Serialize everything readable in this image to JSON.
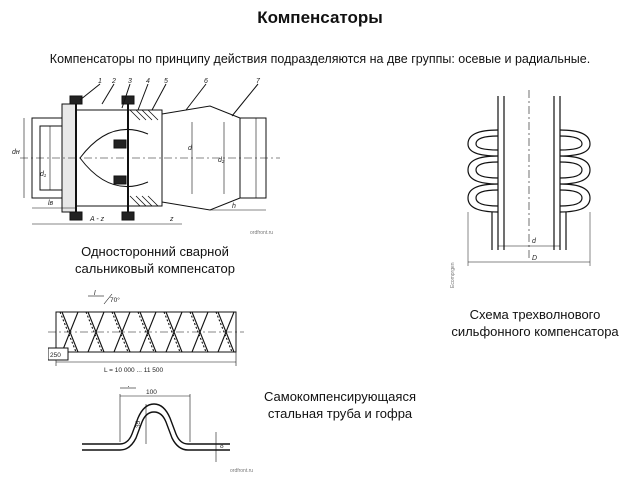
{
  "header": {
    "title": "Компенсаторы",
    "subtitle": "Компенсаторы по принципу действия подразделяются на две группы: осевые и радиальные."
  },
  "figures": {
    "gland": {
      "caption_line1": "Односторонний сварной",
      "caption_line2": "сальниковый компенсатор",
      "watermark": "ordfront.ru",
      "parts": [
        "1",
        "2",
        "3",
        "4",
        "5",
        "6",
        "7"
      ],
      "dims": {
        "lg": "lв",
        "az": "A - z",
        "z": "z",
        "h": "h",
        "d": "d",
        "dn": "dн",
        "d1": "d₁",
        "d2": "d₂"
      }
    },
    "bellows": {
      "caption_line1": "Схема трехволнового",
      "caption_line2": "сильфонного компенсатора",
      "watermark": "Ecomprgen",
      "dims": {
        "d": "d",
        "D": "D"
      }
    },
    "pipe": {
      "dims": {
        "l": "l",
        "angle": "70°",
        "h250": "250",
        "L": "L = 10 000 ... 11 500"
      },
      "watermark": "ordfront.ru"
    },
    "gofra": {
      "caption_line1": "Самокомпенсирующаяся",
      "caption_line2": "стальная труба и гофра",
      "dims": {
        "l": "l",
        "w100": "100",
        "h35": "35",
        "delta": "δ"
      },
      "watermark": "ordfront.ru"
    }
  }
}
